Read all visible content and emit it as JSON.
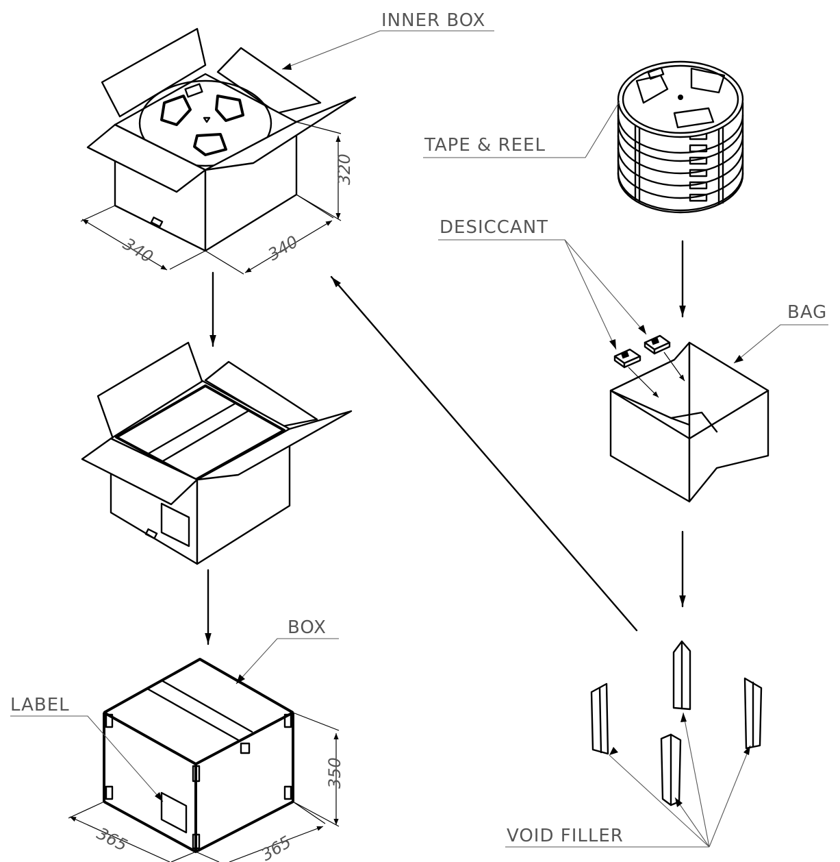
{
  "labels": {
    "inner_box": "INNER  BOX",
    "tape_reel": "TAPE  &  REEL",
    "desiccant": "DESICCANT",
    "bag": "BAG",
    "box": "BOX",
    "label": "LABEL",
    "void_filler": "VOID  FILLER"
  },
  "dimensions": {
    "inner_width": "340",
    "inner_depth": "340",
    "inner_height": "320",
    "outer_width": "365",
    "outer_depth": "365",
    "outer_height": "350"
  }
}
